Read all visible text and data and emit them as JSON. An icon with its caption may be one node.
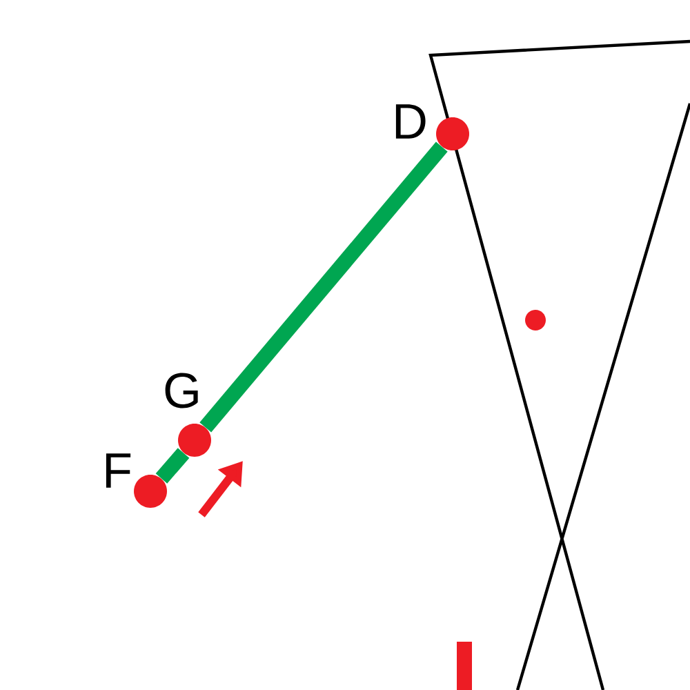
{
  "diagram": {
    "nodes": [
      {
        "text": [
          "D"
        ]
      },
      {
        "text": [
          "G"
        ]
      },
      {
        "text": [
          "F"
        ]
      }
    ],
    "edges": [
      {
        "from": 2,
        "to": 1,
        "arrow": "none"
      },
      {
        "from": 1,
        "to": 0,
        "arrow": "none"
      }
    ]
  }
}
